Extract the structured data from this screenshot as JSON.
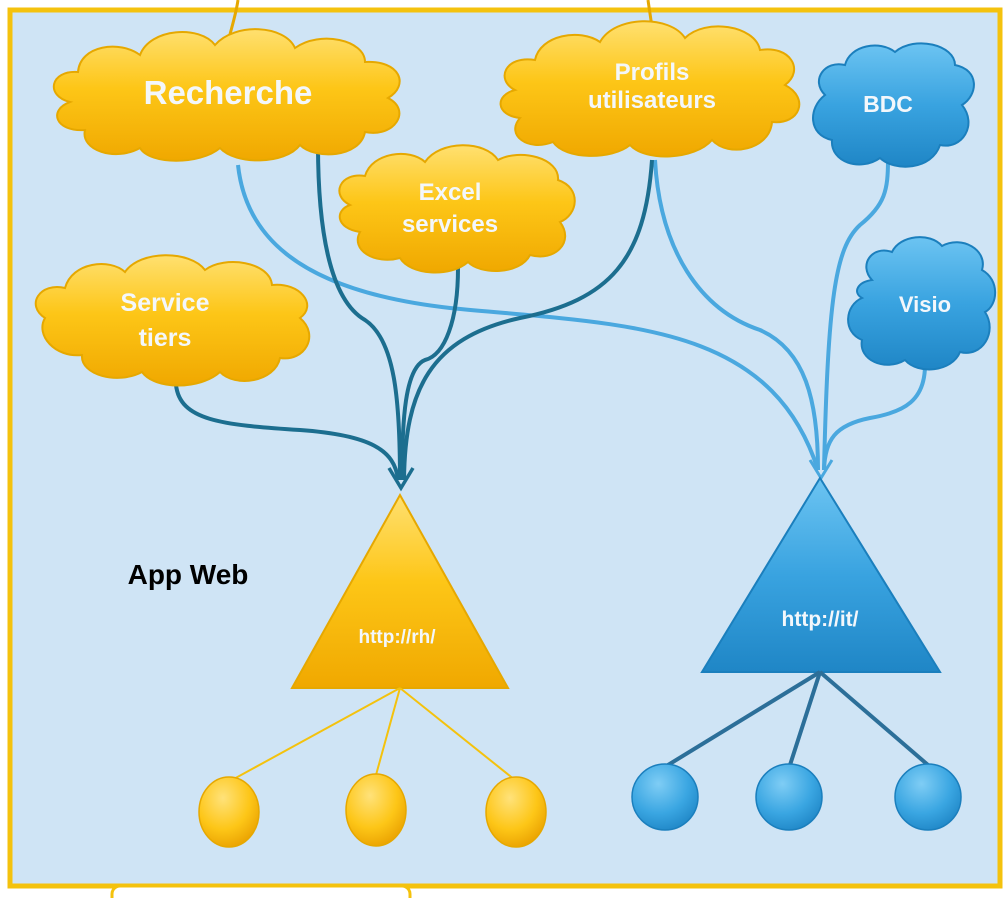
{
  "colors": {
    "background": "#cfe4f5",
    "frame": "#f4c20d",
    "yellow_fill": "#fdc617",
    "yellow_stroke": "#e6a800",
    "blue_fill": "#3aa6e2",
    "blue_stroke": "#1b7fbd",
    "dark_connector": "#1c6e8f",
    "light_connector": "#4aa8df",
    "label_light": "#f3f7fb",
    "label_dark": "#000000"
  },
  "services": {
    "recherche": "Recherche",
    "profils_line1": "Profils",
    "profils_line2": "utilisateurs",
    "bdc": "BDC",
    "excel_line1": "Excel",
    "excel_line2": "services",
    "service_tiers_line1": "Service",
    "service_tiers_line2": "tiers",
    "visio": "Visio"
  },
  "web_apps": {
    "label": "App Web",
    "rh_url": "http://rh/",
    "it_url": "http://it/"
  },
  "site_collections": {
    "rh_count": 3,
    "it_count": 3
  }
}
